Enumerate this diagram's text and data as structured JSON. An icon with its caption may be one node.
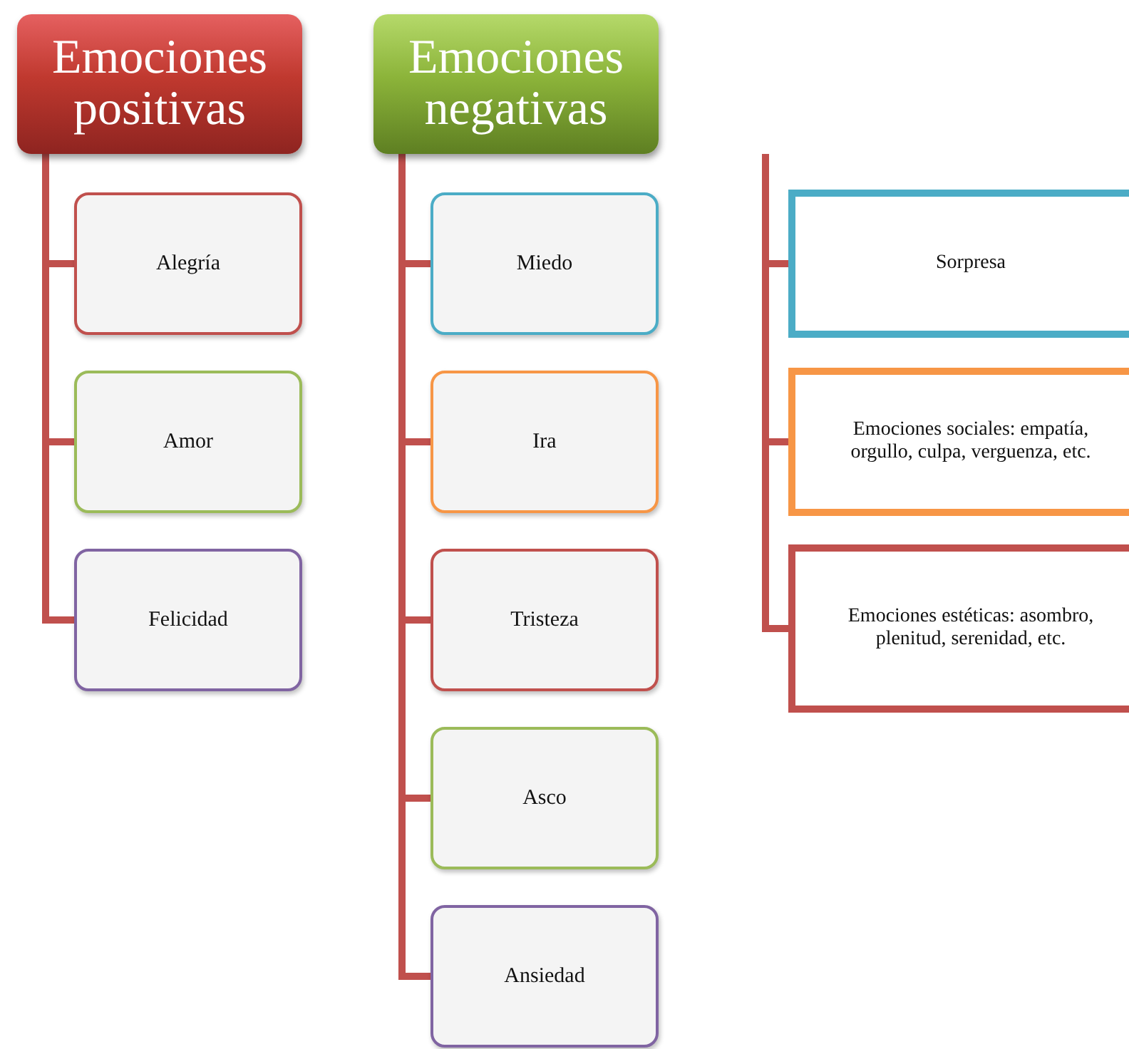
{
  "diagram": {
    "nodes": [
      {
        "text": [
          "Emociones positivas"
        ]
      },
      {
        "text": [
          "Alegría"
        ]
      },
      {
        "text": [
          "Amor"
        ]
      },
      {
        "text": [
          "Felicidad"
        ]
      },
      {
        "text": [
          "Emociones negativas"
        ]
      },
      {
        "text": [
          "Miedo"
        ]
      },
      {
        "text": [
          "Ira"
        ]
      },
      {
        "text": [
          "Tristeza"
        ]
      },
      {
        "text": [
          "Asco"
        ]
      },
      {
        "text": [
          "Ansiedad"
        ]
      },
      {
        "text": [
          "Sorpresa"
        ]
      },
      {
        "text": [
          "Emociones sociales: empatía, orgullo, culpa, verguenza, etc."
        ]
      },
      {
        "text": [
          "Emociones estéticas: asombro, plenitud, serenidad, etc."
        ]
      }
    ],
    "edges": [
      {
        "from": 0,
        "to": 1,
        "arrow": "none"
      },
      {
        "from": 0,
        "to": 2,
        "arrow": "none"
      },
      {
        "from": 0,
        "to": 3,
        "arrow": "none"
      },
      {
        "from": 4,
        "to": 5,
        "arrow": "none"
      },
      {
        "from": 4,
        "to": 6,
        "arrow": "none"
      },
      {
        "from": 4,
        "to": 7,
        "arrow": "none"
      },
      {
        "from": 4,
        "to": 8,
        "arrow": "none"
      },
      {
        "from": 4,
        "to": 9,
        "arrow": "none"
      },
      {
        "from": null,
        "to": 10,
        "arrow": "none"
      },
      {
        "from": null,
        "to": 11,
        "arrow": "none"
      },
      {
        "from": null,
        "to": 12,
        "arrow": "none"
      }
    ]
  }
}
